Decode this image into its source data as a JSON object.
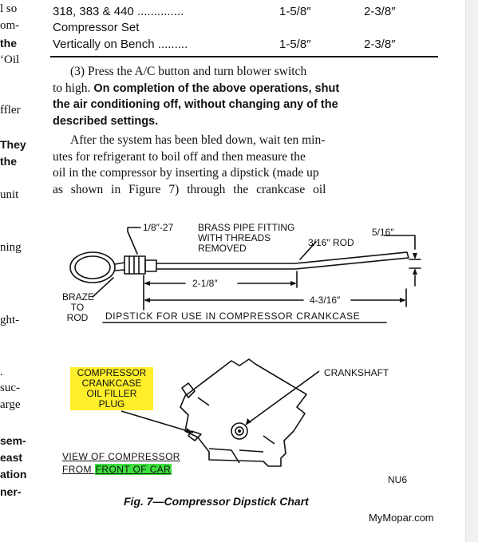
{
  "left_column": [
    {
      "text": "l so",
      "bold": false
    },
    {
      "text": "om-",
      "bold": false
    },
    {
      "text": "the",
      "bold": true
    },
    {
      "text": "‘Oil",
      "bold": false
    },
    {
      "text": "ffler",
      "bold": false
    },
    {
      "text": "They",
      "bold": true
    },
    {
      "text": "the",
      "bold": true
    },
    {
      "text": "unit",
      "bold": false
    },
    {
      "text": "ning",
      "bold": false
    },
    {
      "text": "ght-",
      "bold": false
    },
    {
      "text": ".",
      "bold": false
    },
    {
      "text": "suc-",
      "bold": false
    },
    {
      "text": "arge",
      "bold": false
    },
    {
      "text": "sem-",
      "bold": true
    },
    {
      "text": "east",
      "bold": true
    },
    {
      "text": "ation",
      "bold": true
    },
    {
      "text": "ner-",
      "bold": true
    }
  ],
  "spec_table": {
    "rows": [
      {
        "label": "318, 383 & 440 ..............",
        "v1": "1-5/8″",
        "v2": "2-3/8″"
      },
      {
        "label": "Compressor Set",
        "v1": "",
        "v2": ""
      },
      {
        "label": "Vertically on Bench .........",
        "v1": "1-5/8″",
        "v2": "2-3/8″"
      }
    ]
  },
  "para1": {
    "line1": "(3) Press the A/C button and turn blower switch",
    "line2": "to high.",
    "line2_bold": " On completion of the above operations, shut",
    "line3_bold": "the air conditioning off, without changing any of the",
    "line4_bold": "described settings."
  },
  "para2": {
    "lines": [
      "After the system has been bled down, wait ten min-",
      "utes for refrigerant to boil off and then measure the",
      "oil in the compressor by inserting a dipstick (made up",
      "as shown in Figure 7) through the crankcase oil"
    ]
  },
  "dipstick": {
    "thread_label": "1/8″-27",
    "fitting_label": [
      "BRASS PIPE FITTING",
      "WITH THREADS",
      "REMOVED"
    ],
    "rod_label": "3/16″ ROD",
    "bend_label": "5/16″",
    "dim1": "2-1/8″",
    "dim2": "4-3/16″",
    "braze_label": [
      "BRAZE",
      "TO",
      "ROD"
    ],
    "title": "DIPSTICK FOR USE IN COMPRESSOR CRANKCASE"
  },
  "compressor": {
    "plug_label": [
      "COMPRESSOR",
      "CRANKCASE",
      "OIL FILLER",
      "PLUG"
    ],
    "crankshaft_label": "CRANKSHAFT",
    "view_line1": "VIEW OF COMPRESSOR",
    "view_from": "FROM ",
    "view_front": "FRONT OF CAR",
    "code": "NU6"
  },
  "caption": "Fig. 7—Compressor Dipstick Chart",
  "site": "MyMopar.com",
  "colors": {
    "highlight_yellow": "#ffef2a",
    "highlight_green": "#3de03d"
  }
}
